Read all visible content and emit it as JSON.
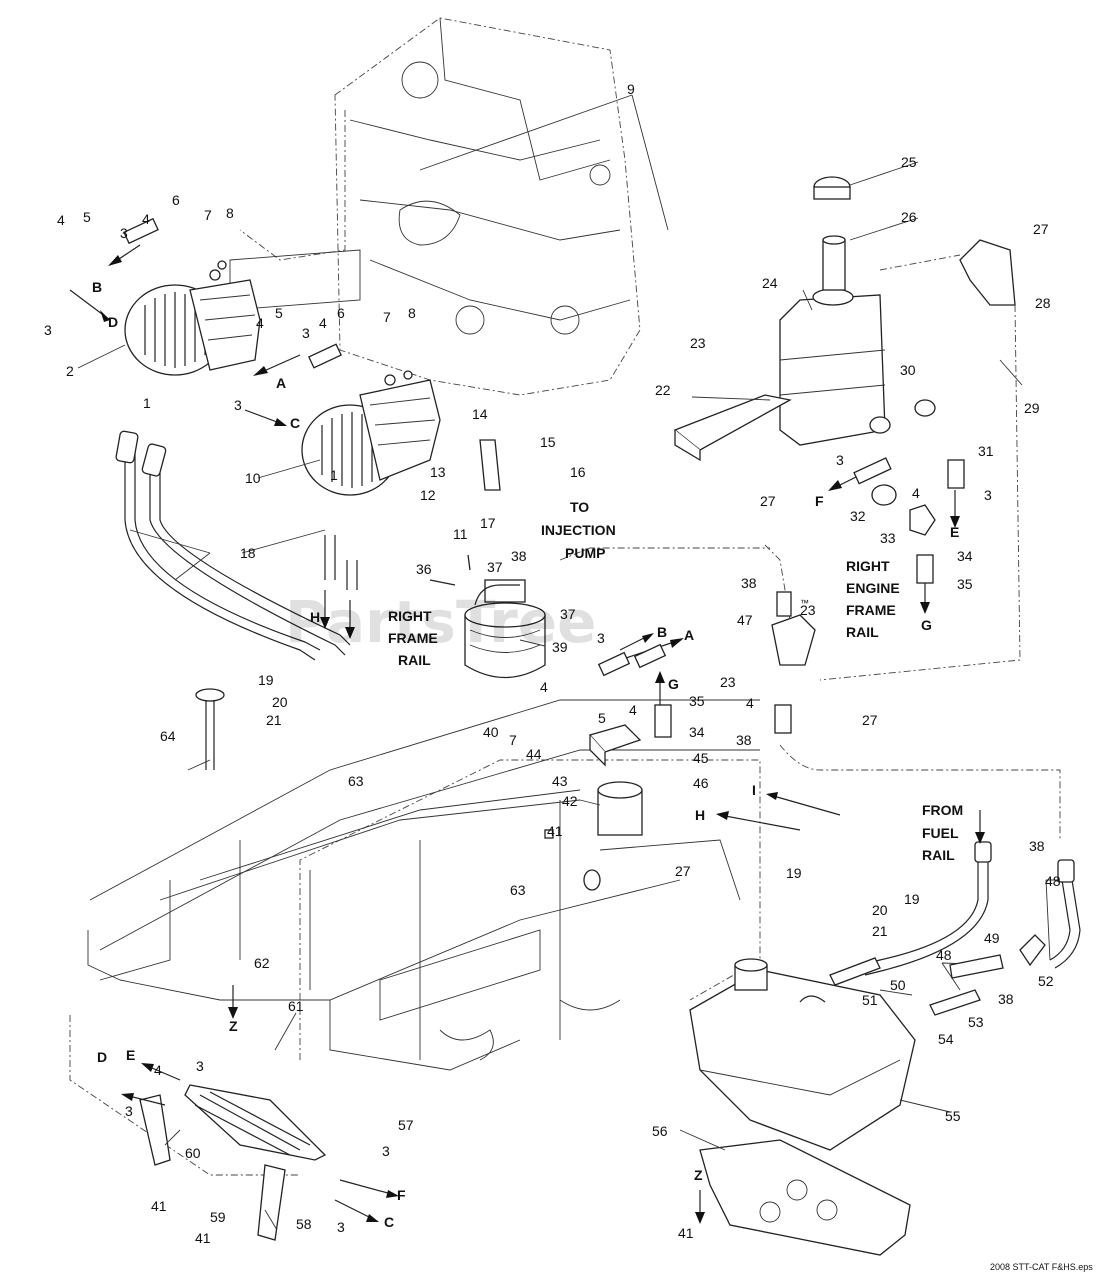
{
  "callouts": {
    "c1a": "1",
    "c1b": "1",
    "c2": "2",
    "c3a": "3",
    "c3b": "3",
    "c3c": "3",
    "c3d": "3",
    "c3e": "3",
    "c3f": "3",
    "c3g": "3",
    "c3h": "3",
    "c3i": "3",
    "c3j": "3",
    "c3k": "3",
    "c4a": "4",
    "c4b": "4",
    "c4c": "4",
    "c4d": "4",
    "c4e": "4",
    "c4f": "4",
    "c4g": "4",
    "c4h": "4",
    "c4i": "4",
    "c5a": "5",
    "c5b": "5",
    "c5c": "5",
    "c6a": "6",
    "c6b": "6",
    "c7a": "7",
    "c7b": "7",
    "c7c": "7",
    "c8a": "8",
    "c8b": "8",
    "c9": "9",
    "c10": "10",
    "c11": "11",
    "c12": "12",
    "c13": "13",
    "c14": "14",
    "c15": "15",
    "c16": "16",
    "c17": "17",
    "c18": "18",
    "c19a": "19",
    "c19b": "19",
    "c19c": "19",
    "c20a": "20",
    "c20b": "20",
    "c21a": "21",
    "c21b": "21",
    "c22": "22",
    "c23a": "23",
    "c23b": "23",
    "c23c": "23",
    "c24": "24",
    "c25": "25",
    "c26": "26",
    "c27a": "27",
    "c27b": "27",
    "c27c": "27",
    "c27d": "27",
    "c28": "28",
    "c29": "29",
    "c30": "30",
    "c31": "31",
    "c32": "32",
    "c33": "33",
    "c34a": "34",
    "c34b": "34",
    "c35a": "35",
    "c35b": "35",
    "c36": "36",
    "c37a": "37",
    "c37b": "37",
    "c38a": "38",
    "c38b": "38",
    "c38c": "38",
    "c38d": "38",
    "c38e": "38",
    "c39": "39",
    "c40": "40",
    "c41a": "41",
    "c41b": "41",
    "c41c": "41",
    "c41d": "41",
    "c42": "42",
    "c43": "43",
    "c44": "44",
    "c45": "45",
    "c46": "46",
    "c47": "47",
    "c48a": "48",
    "c48b": "48",
    "c49": "49",
    "c50": "50",
    "c51": "51",
    "c52": "52",
    "c53": "53",
    "c54": "54",
    "c55": "55",
    "c56": "56",
    "c57": "57",
    "c58": "58",
    "c59": "59",
    "c60": "60",
    "c61": "61",
    "c62": "62",
    "c63a": "63",
    "c63b": "63",
    "c64": "64"
  },
  "flow_letters": {
    "A1": "A",
    "A2": "A",
    "B1": "B",
    "B2": "B",
    "C1": "C",
    "C2": "C",
    "D1": "D",
    "D2": "D",
    "E1": "E",
    "E2": "E",
    "F1": "F",
    "F2": "F",
    "G1": "G",
    "G2": "G",
    "H1": "H",
    "H2": "H",
    "I1": "I",
    "Z1": "Z",
    "Z2": "Z"
  },
  "notes": {
    "to_injection": [
      "TO",
      "INJECTION",
      "PUMP"
    ],
    "right_frame_rail": [
      "RIGHT",
      "FRAME",
      "RAIL"
    ],
    "right_engine_frame_rail": [
      "RIGHT",
      "ENGINE",
      "FRAME",
      "RAIL"
    ],
    "from_fuel_rail": [
      "FROM",
      "FUEL",
      "RAIL"
    ]
  },
  "watermark": {
    "text": "PartsTree",
    "tm": "™"
  },
  "source_file": "2008 STT-CAT F&HS.eps",
  "colors": {
    "ink": "#222222",
    "background": "#ffffff",
    "watermark": "#cfcfcf"
  }
}
